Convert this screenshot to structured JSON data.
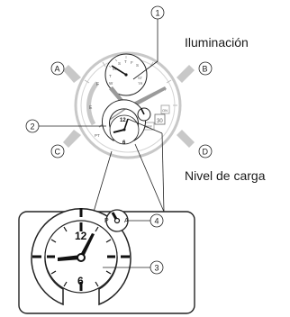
{
  "labels": {
    "illumination": "Iluminación",
    "charge_level": "Nivel de carga"
  },
  "buttons": {
    "a": "A",
    "b": "B",
    "c": "C",
    "d": "D"
  },
  "callouts": {
    "c1": "①",
    "c2": "②",
    "c3": "③",
    "c4": "④"
  },
  "subdial_day": {
    "letters": [
      "S",
      "M",
      "T",
      "W",
      "T",
      "F",
      "S"
    ],
    "right_marks": [
      "ST",
      "TR"
    ]
  },
  "small_dial": {
    "n12": "12",
    "n6": "6"
  },
  "zoom_dial": {
    "n12": "12",
    "n6": "6",
    "ampm_p": "P",
    "ampm_a": "A"
  },
  "side_marks": {
    "f": "F",
    "e": "E",
    "pt": "PT",
    "box_top": "ON",
    "box_mid": "30",
    "box_low": "OFF"
  },
  "colors": {
    "case": "#c8c8c8",
    "line": "#222222",
    "hand": "#9a9a9a"
  }
}
